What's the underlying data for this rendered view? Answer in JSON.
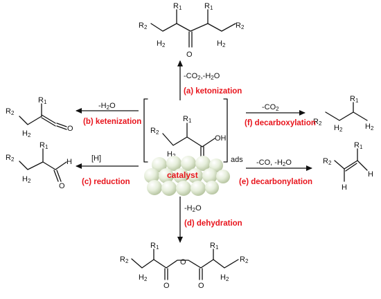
{
  "atoms": {
    "R1": "R1",
    "R2": "R2",
    "H2": "H2",
    "O": "O",
    "OH": "OH",
    "H": "H"
  },
  "center": {
    "ads_label": "ads",
    "catalyst_label": "catalyst"
  },
  "reactions": {
    "a": {
      "condition": "-CO2,-H2O",
      "name": "(a) ketonization"
    },
    "b": {
      "condition": "-H2O",
      "name": "(b) ketenization"
    },
    "c": {
      "condition": "[H]",
      "name": "(c) reduction"
    },
    "d": {
      "condition": "-H2O",
      "name": "(d) dehydration"
    },
    "e": {
      "condition": "-CO, -H2O",
      "name": "(e) decarbonylation"
    },
    "f": {
      "condition": "-CO2",
      "name": "(f) decarboxylation"
    }
  },
  "colors": {
    "reaction_label": "#e8141c",
    "catalyst_sphere": "#dde8cc",
    "ink": "#111111"
  }
}
